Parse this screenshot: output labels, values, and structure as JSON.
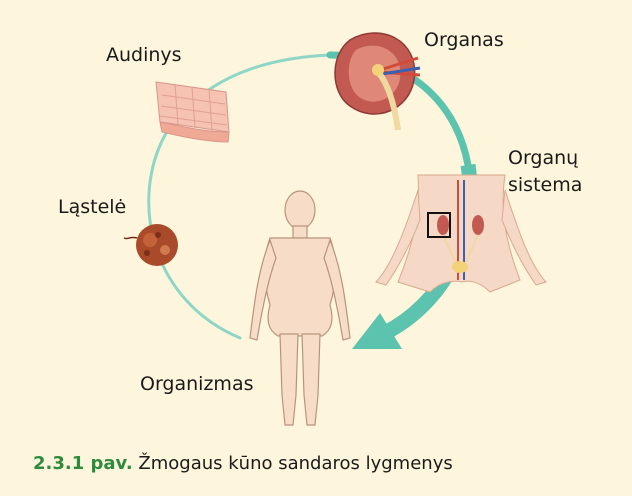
{
  "levels": {
    "cell": "Ląstelė",
    "tissue": "Audinys",
    "organ": "Organas",
    "organ_system_line1": "Organų",
    "organ_system_line2": "sistema",
    "organism": "Organizmas"
  },
  "caption": {
    "number": "2.3.1 pav.",
    "text": "Žmogaus kūno sandaros lygmenys"
  },
  "colors": {
    "background": "#fdf6dc",
    "cycle_arrow": "#5cc4ae",
    "caption_number": "#2e8b3d"
  }
}
